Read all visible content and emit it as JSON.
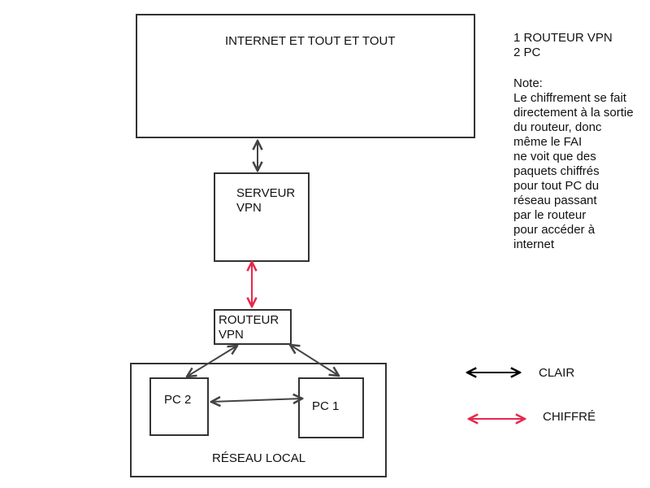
{
  "nodes": {
    "internet": "INTERNET ET TOUT ET TOUT",
    "serveur": "SERVEUR\nVPN",
    "routeur": "ROUTEUR\nVPN",
    "reseau": "RÉSEAU LOCAL",
    "pc2": "PC 2",
    "pc1": "PC 1"
  },
  "notes": {
    "inventory": "1 ROUTEUR VPN\n2 PC",
    "text": "Note:\nLe chiffrement se fait\ndirectement à la sortie\ndu routeur, donc\nmême le FAI\nne voit que des\npaquets chiffrés\npour tout PC du\nréseau passant\npar le routeur\npour accéder à\ninternet"
  },
  "legend": {
    "clear_label": "CLAIR",
    "encrypted_label": "CHIFFRÉ"
  },
  "colors": {
    "clear": "#000000",
    "encrypted": "#e8274b",
    "connector": "#444444"
  },
  "connections": [
    {
      "from": "internet",
      "to": "serveur",
      "type": "clear"
    },
    {
      "from": "serveur",
      "to": "routeur",
      "type": "encrypted"
    },
    {
      "from": "routeur",
      "to": "pc2",
      "type": "clear"
    },
    {
      "from": "routeur",
      "to": "pc1",
      "type": "clear"
    },
    {
      "from": "pc2",
      "to": "pc1",
      "type": "clear"
    }
  ]
}
